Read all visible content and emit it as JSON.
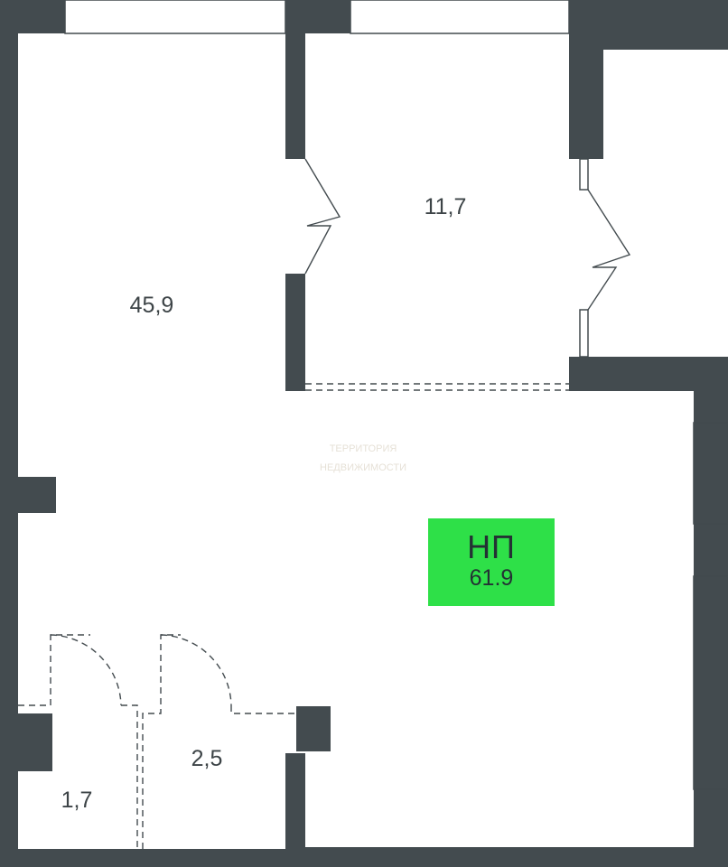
{
  "plan": {
    "rooms": [
      {
        "id": "main-room",
        "area": "45,9"
      },
      {
        "id": "bedroom",
        "area": "11,7"
      },
      {
        "id": "bathroom",
        "area": "2,5"
      },
      {
        "id": "wc",
        "area": "1,7"
      }
    ],
    "unit": {
      "code": "НП",
      "total_area": "61.9"
    },
    "watermark": {
      "line1": "ТЕРРИТОРИЯ",
      "line2": "НЕДВИЖИМОСТИ"
    },
    "colors": {
      "wall": "#434b4f",
      "badge": "#2ee048",
      "text": "#3d4447"
    }
  }
}
